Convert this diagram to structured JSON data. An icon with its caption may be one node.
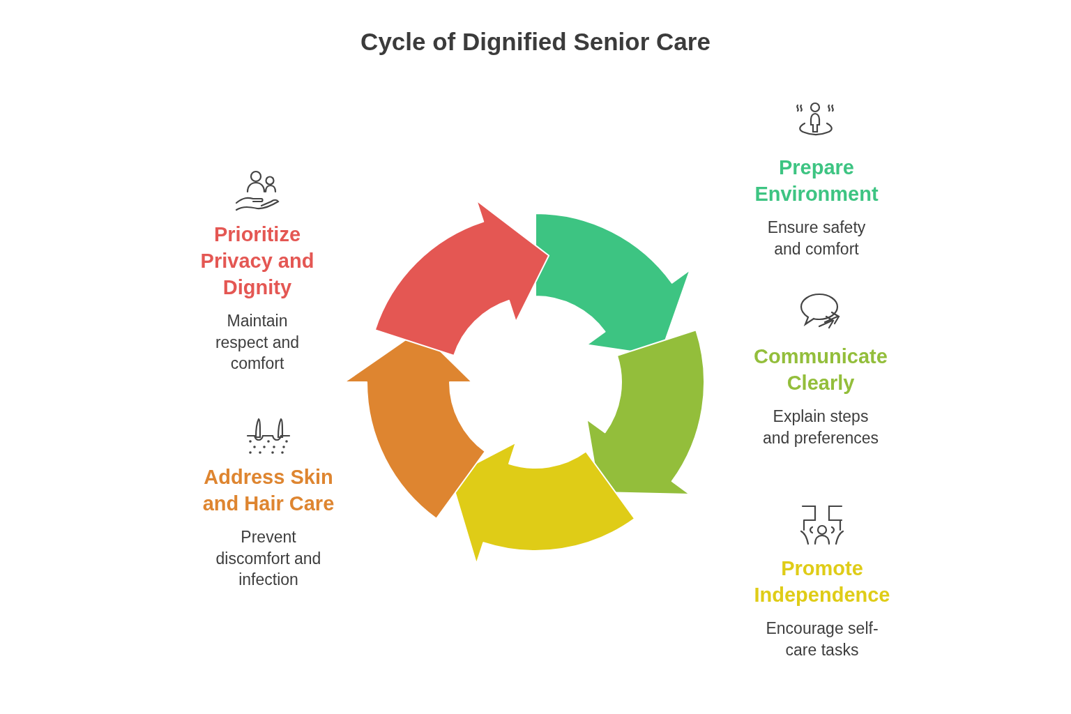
{
  "diagram": {
    "title": "Cycle of Dignified Senior Care",
    "nodes": [
      {
        "text": [
          "Prepare Environment",
          "Ensure safety and comfort"
        ]
      },
      {
        "text": [
          "Communicate Clearly",
          "Explain steps and preferences"
        ]
      },
      {
        "text": [
          "Promote Independence",
          "Encourage self-care tasks"
        ]
      },
      {
        "text": [
          "Address Skin and Hair Care",
          "Prevent discomfort and infection"
        ]
      },
      {
        "text": [
          "Prioritize Privacy and Dignity",
          "Maintain respect and comfort"
        ]
      }
    ]
  }
}
